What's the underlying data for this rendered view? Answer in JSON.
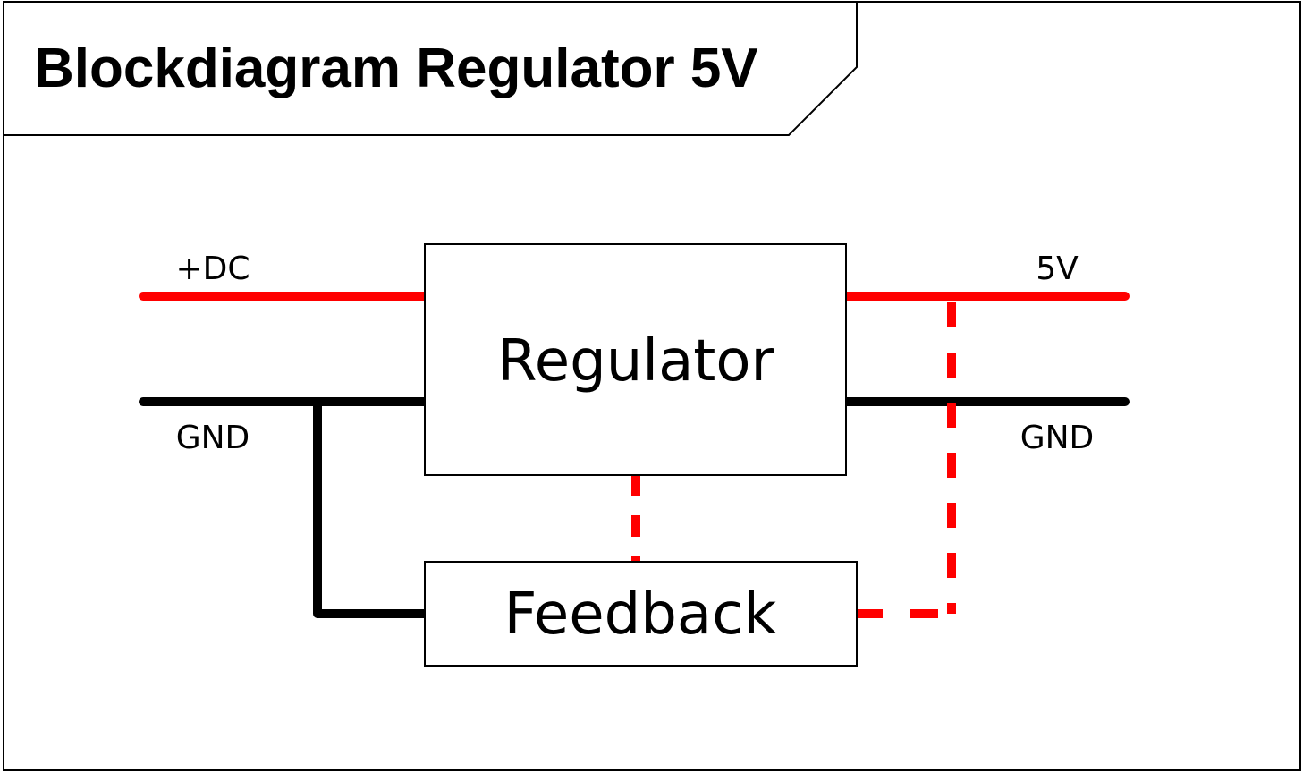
{
  "title": "Blockdiagram Regulator 5V",
  "blocks": {
    "regulator": "Regulator",
    "feedback": "Feedback"
  },
  "terminals": {
    "input_dc": "+DC",
    "input_gnd": "GND",
    "output_5v": "5V",
    "output_gnd": "GND"
  },
  "colors": {
    "supply_line": "#ff0000",
    "ground_line": "#000000",
    "feedback_line": "#ff0000",
    "frame": "#000000",
    "background": "#ffffff"
  }
}
